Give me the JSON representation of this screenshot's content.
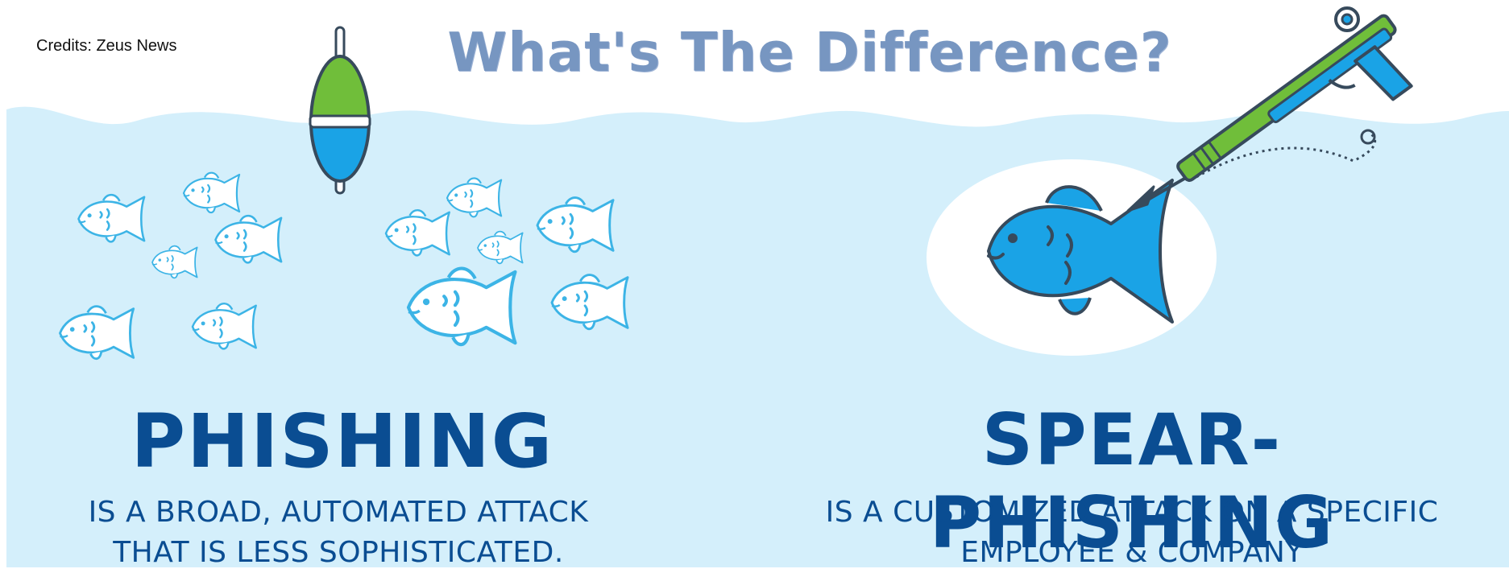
{
  "credits": "Credits: Zeus News",
  "title": "What's The Difference?",
  "phishing": {
    "title": "PHISHING",
    "description_line1": "IS A BROAD, AUTOMATED ATTACK",
    "description_line2": "THAT IS LESS SOPHISTICATED."
  },
  "spear_phishing": {
    "title": "SPEAR-PHISHING",
    "description_line1": "IS A CUSTOMIZED ATTACK ON A SPECIFIC",
    "description_line2": "EMPLOYEE & COMPANY"
  },
  "colors": {
    "water": "#d4effb",
    "fish_outline": "#3cb4e6",
    "fish_fill": "#1aa3e6",
    "heading": "#0a4d92",
    "title": "#7796c1",
    "bobber_green": "#70be3a",
    "bobber_blue": "#1aa3e6"
  },
  "icons": [
    "fishing-bobber-icon",
    "fish-icon",
    "speargun-icon"
  ]
}
